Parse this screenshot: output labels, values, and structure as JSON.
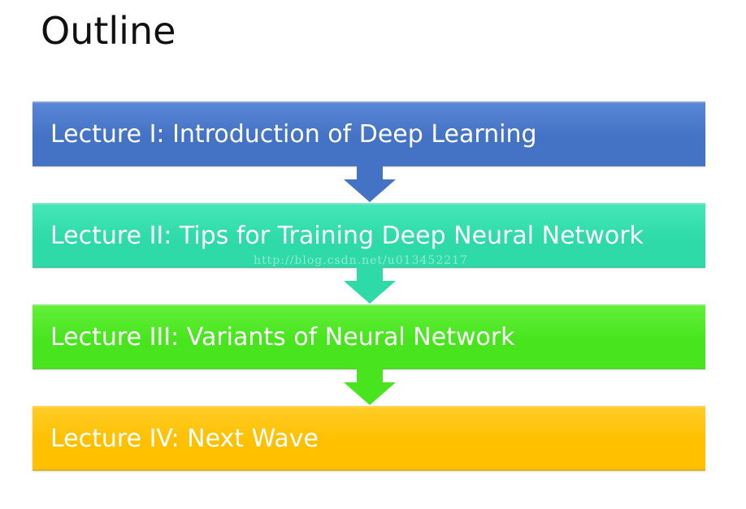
{
  "title": "Outline",
  "steps": [
    {
      "label": "Lecture I: Introduction of Deep Learning",
      "color": "#4472C4",
      "color_light": "#5a86d6"
    },
    {
      "label": "Lecture II: Tips for Training Deep Neural Network",
      "color": "#2EDBA8",
      "color_light": "#45e6b8"
    },
    {
      "label": "Lecture III: Variants of Neural Network",
      "color": "#48E51E",
      "color_light": "#62ef38"
    },
    {
      "label": "Lecture IV: Next Wave",
      "color": "#FFC000",
      "color_light": "#ffcc26"
    }
  ],
  "watermark": "http://blog.csdn.net/u013452217"
}
